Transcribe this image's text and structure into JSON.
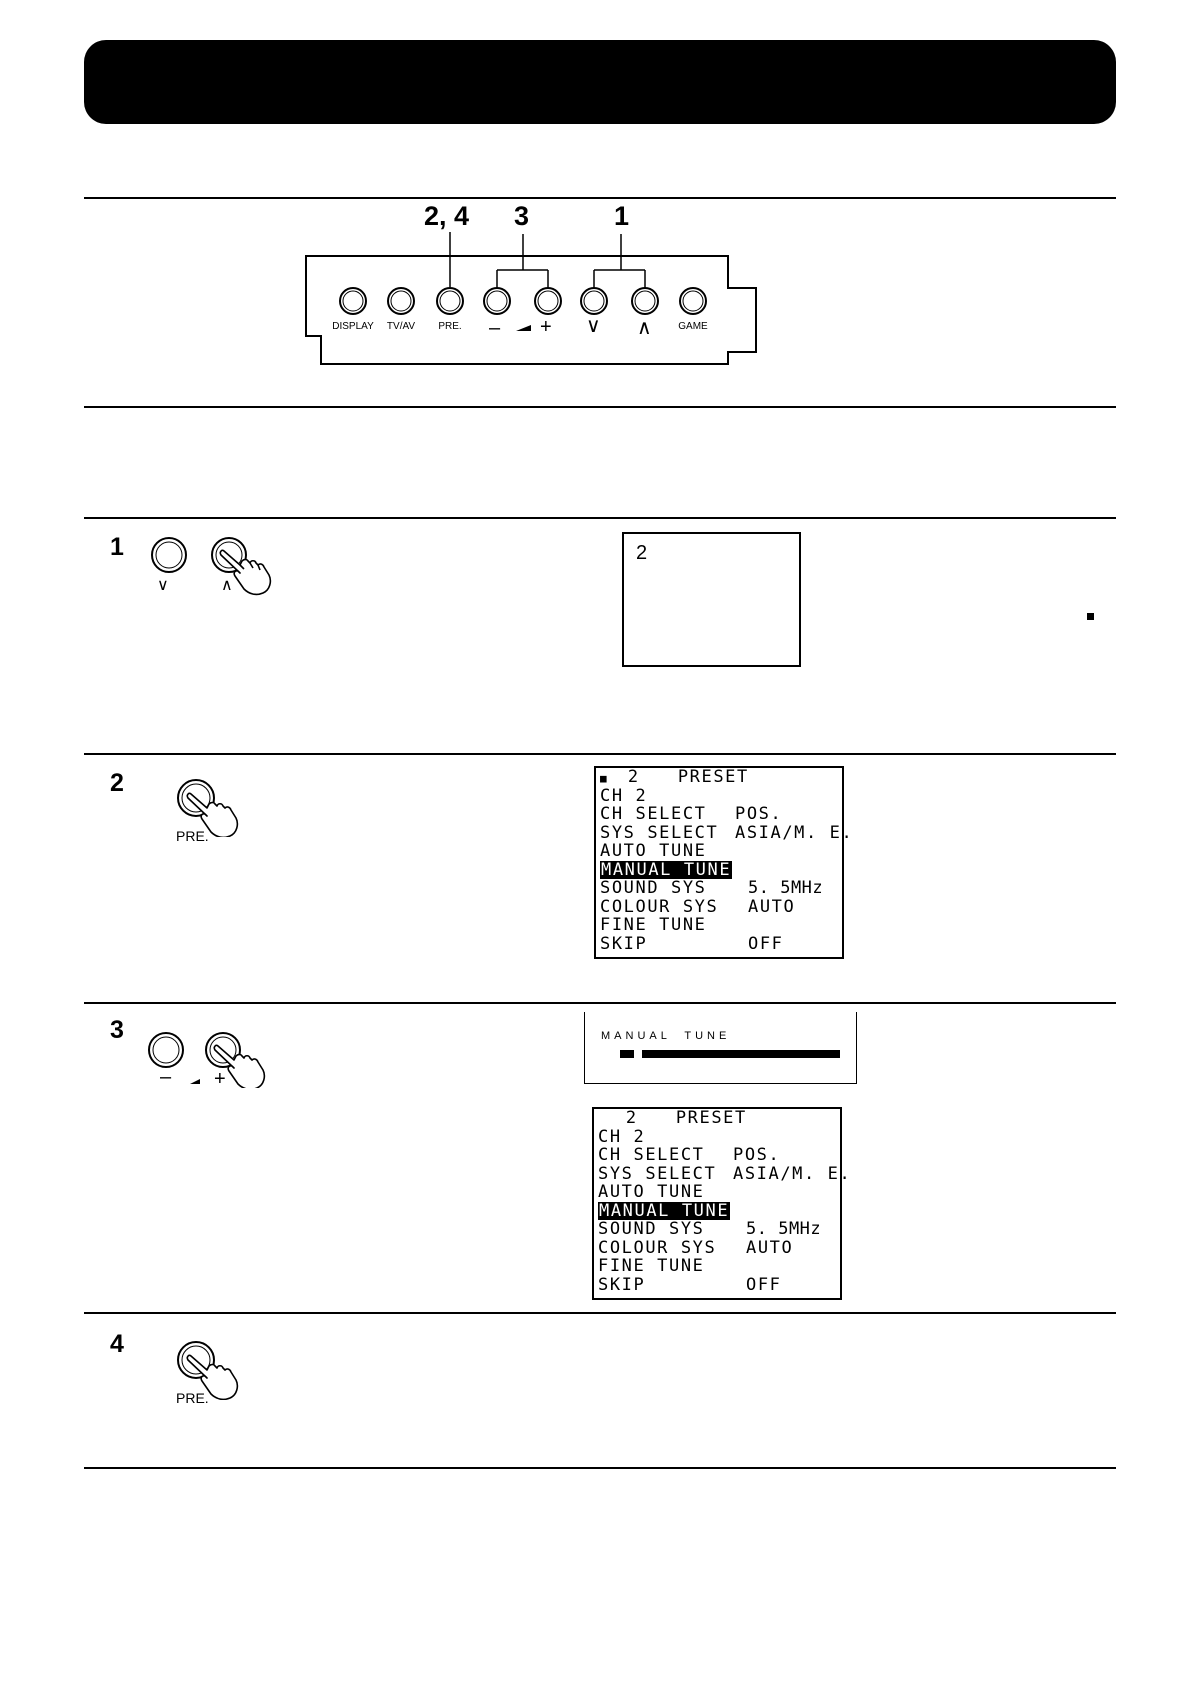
{
  "callouts": {
    "c24": "2, 4",
    "c3": "3",
    "c1": "1"
  },
  "panel_buttons": {
    "display": "DISPLAY",
    "tvav": "TV/AV",
    "pre": "PRE.",
    "minus": "–",
    "plus": "+",
    "down": "∨",
    "up": "∧",
    "game": "GAME"
  },
  "steps": [
    {
      "number": "1",
      "down_symbol": "∨",
      "up_symbol": "∧",
      "screen_text": "2"
    },
    {
      "number": "2",
      "button_label": "PRE."
    },
    {
      "number": "3",
      "minus_symbol": "–",
      "plus_symbol": "+"
    },
    {
      "number": "4",
      "button_label": "PRE."
    }
  ],
  "osd_menu_1": {
    "header_marker": "■",
    "header_channel": "2",
    "header_title": "PRESET",
    "rows": [
      {
        "label": "CH 2",
        "value": ""
      },
      {
        "label": "CH SELECT",
        "value": "POS."
      },
      {
        "label": "SYS SELECT",
        "value": "ASIA/M. E."
      },
      {
        "label": "AUTO TUNE",
        "value": ""
      },
      {
        "label": "MANUAL TUNE",
        "value": "",
        "highlighted": true
      },
      {
        "label": "SOUND SYS",
        "value": "5. 5MHz"
      },
      {
        "label": "COLOUR SYS",
        "value": "AUTO"
      },
      {
        "label": "FINE TUNE",
        "value": ""
      },
      {
        "label": "SKIP",
        "value": "OFF"
      }
    ]
  },
  "manual_tune_bar": {
    "label": "MANUAL  TUNE"
  },
  "osd_menu_2": {
    "header_channel": "2",
    "header_title": "PRESET",
    "rows": [
      {
        "label": "CH 2",
        "value": ""
      },
      {
        "label": "CH SELECT",
        "value": "POS."
      },
      {
        "label": "SYS SELECT",
        "value": "ASIA/M. E."
      },
      {
        "label": "AUTO TUNE",
        "value": ""
      },
      {
        "label": "MANUAL TUNE",
        "value": "",
        "highlighted": true
      },
      {
        "label": "SOUND SYS",
        "value": "5. 5MHz"
      },
      {
        "label": "COLOUR SYS",
        "value": "AUTO"
      },
      {
        "label": "FINE TUNE",
        "value": ""
      },
      {
        "label": "SKIP",
        "value": "OFF"
      }
    ]
  },
  "colors": {
    "ink": "#000000",
    "paper": "#ffffff"
  }
}
